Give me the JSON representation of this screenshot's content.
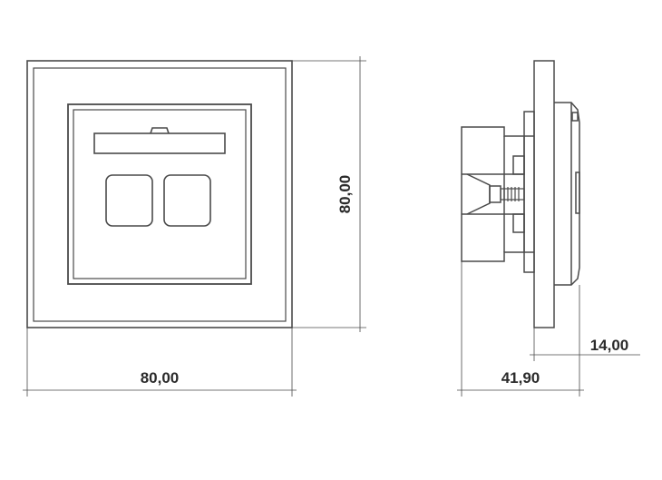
{
  "dimensions": {
    "front_width": "80,00",
    "front_height": "80,00",
    "side_depth": "41,90",
    "side_protrusion": "14,00"
  },
  "colors": {
    "line": "#4a4a4a",
    "background": "#ffffff",
    "text": "#2b2b2b"
  }
}
